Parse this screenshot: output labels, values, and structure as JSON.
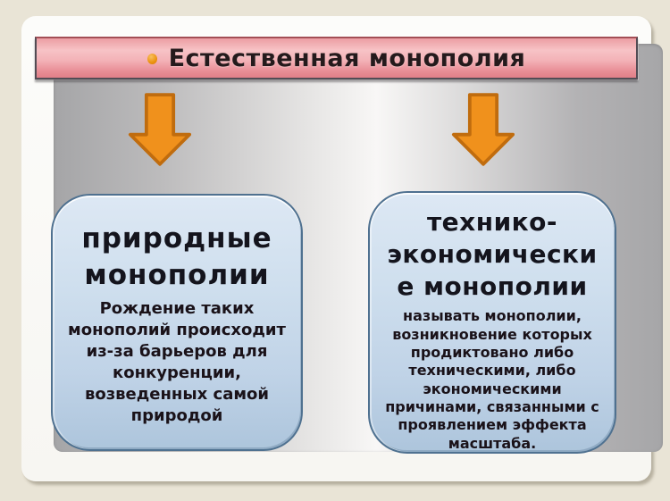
{
  "header": {
    "title": "Естественная монополия"
  },
  "boxes": {
    "left": {
      "title": "природные\nмонополии",
      "body": "Рождение таких\nмонополий происходит\nиз-за барьеров для\nконкуренции,\nвозведенных самой\nприродой"
    },
    "right": {
      "title": "технико-\nэкономически\nе монополии",
      "body": "называть монополии,\nвозникновение которых\nпродиктовано либо\nтехническими, либо\nэкономическими\nпричинами, связанными с\nпроявлением эффекта\nмасштаба."
    }
  },
  "icons": {
    "bullet": "orange-bullet-icon",
    "arrows": "down-arrow-icon"
  },
  "colors": {
    "page_background": "#e9e4d6",
    "slide_background": "#fbfbf9",
    "canvas_gray": "#a6a6a8",
    "title_bar_pink_light": "#f7c3c6",
    "title_bar_pink_dark": "#e07f88",
    "title_bar_border": "#524c54",
    "arrow_orange": "#f0911c",
    "arrow_border": "#c06c0e",
    "box_blue_top": "#dde8f4",
    "box_blue_bottom": "#adc5dc",
    "box_border": "#4f7190",
    "text_dark": "#1a1219"
  }
}
